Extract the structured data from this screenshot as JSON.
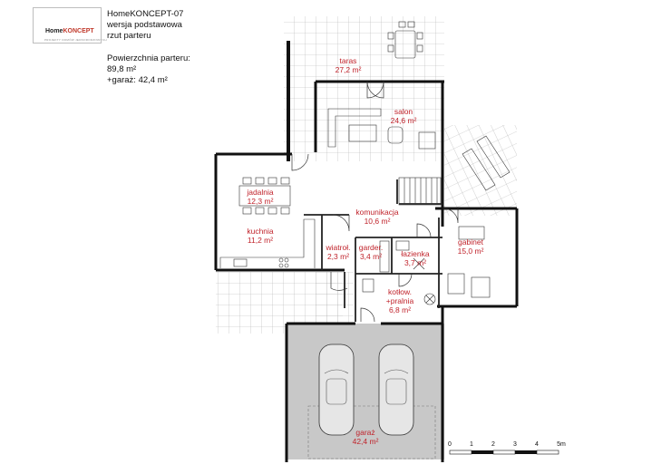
{
  "header": {
    "logo_home": "Home",
    "logo_koncept": "KONCEPT",
    "logo_tagline": "PROJEKTY DOMÓW JEDNORODZINNYCH",
    "title_line1": "HomeKONCEPT-07",
    "title_line2": "wersja podstawowa",
    "title_line3": "rzut parteru"
  },
  "area": {
    "label": "Powierzchnia parteru:",
    "ground_floor": "89,8 m²",
    "garage": "+garaż: 42,4 m²"
  },
  "rooms": {
    "taras": {
      "name": "taras",
      "area": "27,2 m²"
    },
    "salon": {
      "name": "salon",
      "area": "24,6 m²"
    },
    "jadalnia": {
      "name": "jadalnia",
      "area": "12,3 m²"
    },
    "komunikacja": {
      "name": "komunikacja",
      "area": "10,6 m²"
    },
    "kuchnia": {
      "name": "kuchnia",
      "area": "11,2 m²"
    },
    "wiatrolap": {
      "name": "wiatroł.",
      "area": "2,3 m²"
    },
    "garderoba": {
      "name": "garder.",
      "area": "3,4 m²"
    },
    "lazienka": {
      "name": "łazienka",
      "area": "3,7 m²"
    },
    "gabinet": {
      "name": "gabinet",
      "area": "15,0 m²"
    },
    "kotlownia": {
      "name": "kotłow.",
      "name2": "+pralnia",
      "area": "6,8 m²"
    },
    "garaz": {
      "name": "garaż",
      "area": "42,4 m²"
    }
  },
  "scale": {
    "labels": [
      "0",
      "1",
      "2",
      "3",
      "4",
      "5m"
    ]
  },
  "colors": {
    "wall": "#111111",
    "room_label": "#c0232b",
    "garage_floor": "#c8c8c8",
    "terrace_grid": "#b0b0b0",
    "logo_brand": "#c0392b"
  }
}
